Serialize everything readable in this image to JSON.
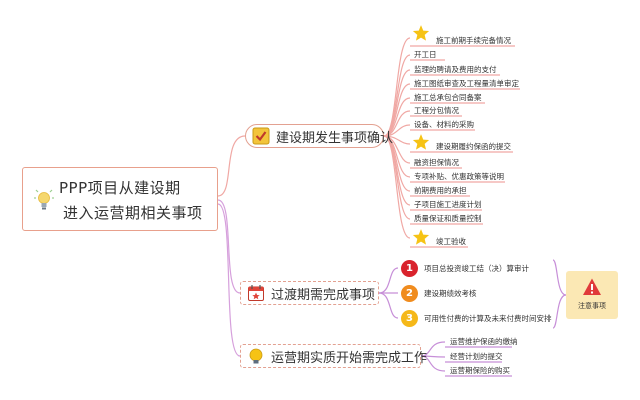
{
  "root": {
    "title_line1": "PPP项目从建设期",
    "title_line2": "进入运营期相关事项",
    "icon": "lightbulb-icon"
  },
  "branches": [
    {
      "label": "建设期发生事项确认",
      "icon": "checkbox-icon",
      "items": [
        {
          "text": "施工前期手续完备情况",
          "icon": "star-icon"
        },
        {
          "text": "开工日"
        },
        {
          "text": "监理的聘请及费用的支付"
        },
        {
          "text": "施工图纸审查及工程量清单审定"
        },
        {
          "text": "施工总承包合同备案"
        },
        {
          "text": "工程分包情况"
        },
        {
          "text": "设备、材料的采购"
        },
        {
          "text": "建设期履约保函的提交",
          "icon": "star-icon"
        },
        {
          "text": "融资担保情况"
        },
        {
          "text": "专项补贴、优惠政策等说明"
        },
        {
          "text": "前期费用的承担"
        },
        {
          "text": "子项目施工进度计划"
        },
        {
          "text": "质量保证和质量控制"
        },
        {
          "text": "竣工验收",
          "icon": "star-icon"
        }
      ]
    },
    {
      "label": "过渡期需完成事项",
      "icon": "calendar-star-icon",
      "items": [
        {
          "num": "1",
          "text": "项目总投资竣工结（决）算审计",
          "color": "#d9232d"
        },
        {
          "num": "2",
          "text": "建设期绩效考核",
          "color": "#f08c1e"
        },
        {
          "num": "3",
          "text": "可用性付费的计算及未来付费时间安排",
          "color": "#f5b819"
        }
      ],
      "note": {
        "label": "注意事项",
        "icon": "warning-icon"
      }
    },
    {
      "label": "运营期实质开始需完成工作",
      "icon": "lightbulb-icon",
      "items": [
        {
          "text": "运营维护保函的缴纳"
        },
        {
          "text": "经营计划的提交"
        },
        {
          "text": "运营期保险的购买"
        }
      ]
    }
  ],
  "colors": {
    "line": "#f0a8a4",
    "line_purple": "#c78fd8",
    "border": "#e3a191",
    "star": "#f6c315",
    "note_bg": "#fbe8b4",
    "warning": "#e03a3a"
  }
}
